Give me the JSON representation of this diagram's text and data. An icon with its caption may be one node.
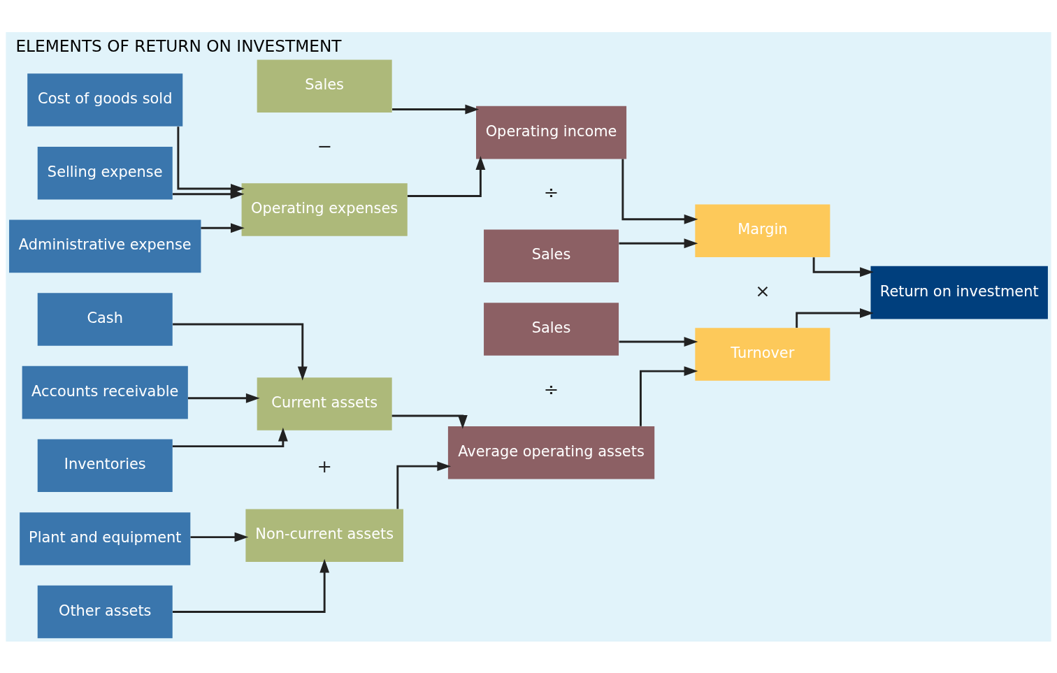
{
  "diagram": {
    "title": "ELEMENTS OF RETURN ON INVESTMENT",
    "nodes": [
      {
        "text": [
          "Cost of goods sold"
        ]
      },
      {
        "text": [
          "Selling expense"
        ]
      },
      {
        "text": [
          "Administrative expense"
        ]
      },
      {
        "text": [
          "Sales"
        ]
      },
      {
        "text": [
          "Operating expenses"
        ]
      },
      {
        "text": [
          "Cash"
        ]
      },
      {
        "text": [
          "Accounts receivable"
        ]
      },
      {
        "text": [
          "Inventories"
        ]
      },
      {
        "text": [
          "Plant and equipment"
        ]
      },
      {
        "text": [
          "Other assets"
        ]
      },
      {
        "text": [
          "Current assets"
        ]
      },
      {
        "text": [
          "Non-current assets"
        ]
      },
      {
        "text": [
          "Operating income"
        ]
      },
      {
        "text": [
          "Sales"
        ]
      },
      {
        "text": [
          "Sales"
        ]
      },
      {
        "text": [
          "Average operating assets"
        ]
      },
      {
        "text": [
          "Margin"
        ]
      },
      {
        "text": [
          "Turnover"
        ]
      },
      {
        "text": [
          "Return on investment"
        ]
      }
    ],
    "edges": [
      {
        "from": 0,
        "to": 4,
        "arrow": "to"
      },
      {
        "from": 1,
        "to": 4,
        "arrow": "to"
      },
      {
        "from": 2,
        "to": 4,
        "arrow": "to"
      },
      {
        "from": 3,
        "to": 12,
        "arrow": "to"
      },
      {
        "from": 4,
        "to": 12,
        "arrow": "to"
      },
      {
        "from": 5,
        "to": 10,
        "arrow": "to"
      },
      {
        "from": 6,
        "to": 10,
        "arrow": "to"
      },
      {
        "from": 7,
        "to": 10,
        "arrow": "to"
      },
      {
        "from": 8,
        "to": 11,
        "arrow": "to"
      },
      {
        "from": 9,
        "to": 11,
        "arrow": "to"
      },
      {
        "from": 10,
        "to": 15,
        "arrow": "to"
      },
      {
        "from": 11,
        "to": 15,
        "arrow": "to"
      },
      {
        "from": 12,
        "to": 16,
        "arrow": "to"
      },
      {
        "from": 13,
        "to": 16,
        "arrow": "to"
      },
      {
        "from": 14,
        "to": 17,
        "arrow": "to"
      },
      {
        "from": 15,
        "to": 17,
        "arrow": "to"
      },
      {
        "from": 16,
        "to": 18,
        "arrow": "to"
      },
      {
        "from": 17,
        "to": 18,
        "arrow": "to"
      }
    ],
    "labels": [
      "−",
      "÷",
      "×",
      "÷",
      "+"
    ]
  }
}
